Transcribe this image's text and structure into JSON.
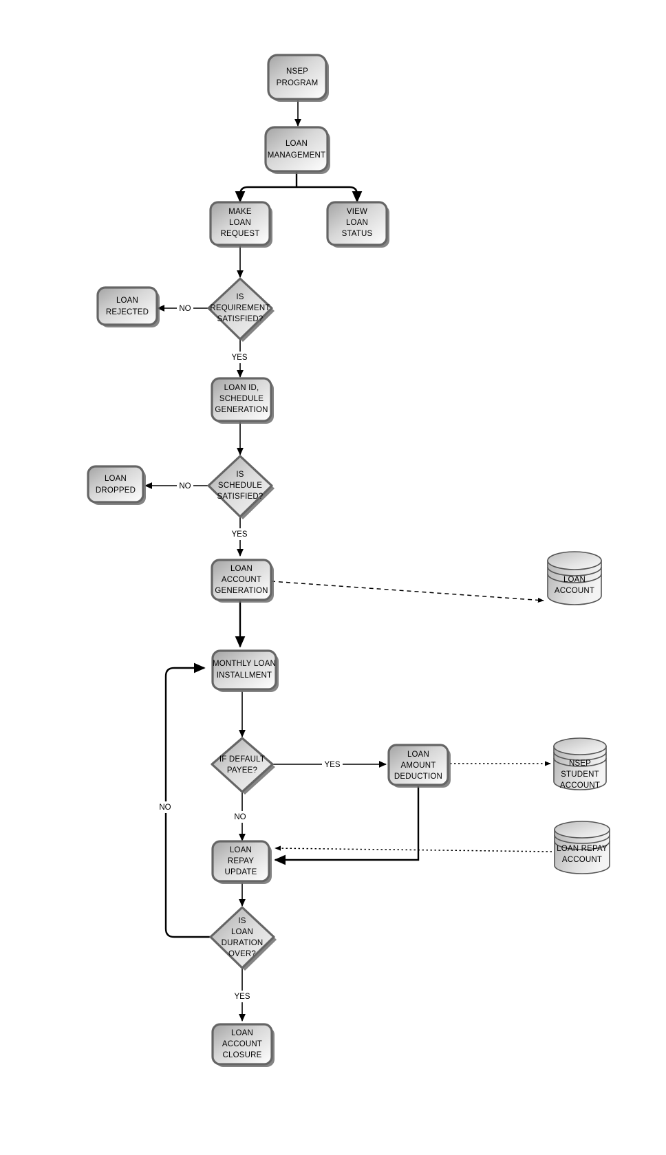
{
  "diagram": {
    "title": "NSEP Program Loan Management Flowchart",
    "type": "flowchart",
    "background": "#ffffff",
    "palette": {
      "node_border": "#656565",
      "node_fill_light": "#ffffff",
      "node_fill_dark": "#9a9a9a",
      "db_border": "#555555",
      "edge": "#000000",
      "text": "#000000"
    }
  },
  "nodes": [
    {
      "id": "nsep-program",
      "shape": "process",
      "label": "NSEP\nPROGRAM",
      "lines": [
        "NSEP",
        "PROGRAM"
      ]
    },
    {
      "id": "loan-management",
      "shape": "process",
      "label": "LOAN\nMANAGEMENT",
      "lines": [
        "LOAN",
        "MANAGEMENT"
      ]
    },
    {
      "id": "make-loan-request",
      "shape": "process",
      "label": "MAKE\nLOAN\nREQUEST",
      "lines": [
        "MAKE",
        "LOAN",
        "REQUEST"
      ]
    },
    {
      "id": "view-loan-status",
      "shape": "process",
      "label": "VIEW\nLOAN\nSTATUS",
      "lines": [
        "VIEW",
        "LOAN",
        "STATUS"
      ]
    },
    {
      "id": "is-requirement-satisfied",
      "shape": "decision",
      "label": "IS\nREQUIREMENT\nSATISFIED?",
      "lines": [
        "IS",
        "REQUIREMENT",
        "SATISFIED?"
      ]
    },
    {
      "id": "loan-rejected",
      "shape": "process",
      "label": "LOAN\nREJECTED",
      "lines": [
        "LOAN",
        "REJECTED"
      ]
    },
    {
      "id": "loan-id-schedule-generation",
      "shape": "process",
      "label": "LOAN ID,\nSCHEDULE\nGENERATION",
      "lines": [
        "LOAN ID,",
        "SCHEDULE",
        "GENERATION"
      ]
    },
    {
      "id": "is-schedule-satisfied",
      "shape": "decision",
      "label": "IS\nSCHEDULE\nSATISFIED?",
      "lines": [
        "IS",
        "SCHEDULE",
        "SATISFIED?"
      ]
    },
    {
      "id": "loan-dropped",
      "shape": "process",
      "label": "LOAN\nDROPPED",
      "lines": [
        "LOAN",
        "DROPPED"
      ]
    },
    {
      "id": "loan-account-generation",
      "shape": "process",
      "label": "LOAN\nACCOUNT\nGENERATION",
      "lines": [
        "LOAN",
        "ACCOUNT",
        "GENERATION"
      ]
    },
    {
      "id": "loan-account-db",
      "shape": "database",
      "label": "LOAN\nACCOUNT",
      "lines": [
        "LOAN",
        "ACCOUNT"
      ]
    },
    {
      "id": "monthly-loan-installment",
      "shape": "process",
      "label": "MONTHLY LOAN\nINSTALLMENT",
      "lines": [
        "MONTHLY LOAN",
        "INSTALLMENT"
      ]
    },
    {
      "id": "if-default-payee",
      "shape": "decision",
      "label": "IF  DEFAULT\nPAYEE?",
      "lines": [
        "IF  DEFAULT",
        "PAYEE?"
      ]
    },
    {
      "id": "loan-amount-deduction",
      "shape": "process",
      "label": "LOAN\nAMOUNT\nDEDUCTION",
      "lines": [
        "LOAN",
        "AMOUNT",
        "DEDUCTION"
      ]
    },
    {
      "id": "nsep-student-account-db",
      "shape": "database",
      "label": "NSEP\nSTUDENT\nACCOUNT",
      "lines": [
        "NSEP",
        "STUDENT",
        "ACCOUNT"
      ]
    },
    {
      "id": "loan-repay-account-db",
      "shape": "database",
      "label": "LOAN REPAY\nACCOUNT",
      "lines": [
        "LOAN REPAY",
        "ACCOUNT"
      ]
    },
    {
      "id": "loan-repay-update",
      "shape": "process",
      "label": "LOAN\nREPAY\nUPDATE",
      "lines": [
        "LOAN",
        "REPAY",
        "UPDATE"
      ]
    },
    {
      "id": "is-loan-duration-over",
      "shape": "decision",
      "label": "IS\nLOAN\nDURATION\nOVER?",
      "lines": [
        "IS",
        "LOAN",
        "DURATION",
        "OVER?"
      ]
    },
    {
      "id": "loan-account-closure",
      "shape": "process",
      "label": "LOAN\nACCOUNT\nCLOSURE",
      "lines": [
        "LOAN",
        "ACCOUNT",
        "CLOSURE"
      ]
    }
  ],
  "edges": [
    {
      "id": "e1",
      "from": "nsep-program",
      "to": "loan-management",
      "label": "",
      "style": "solid"
    },
    {
      "id": "e2",
      "from": "loan-management",
      "to": "make-loan-request",
      "label": "",
      "style": "solid"
    },
    {
      "id": "e3",
      "from": "loan-management",
      "to": "view-loan-status",
      "label": "",
      "style": "solid"
    },
    {
      "id": "e4",
      "from": "make-loan-request",
      "to": "is-requirement-satisfied",
      "label": "",
      "style": "solid"
    },
    {
      "id": "e5",
      "from": "is-requirement-satisfied",
      "to": "loan-rejected",
      "label": "NO",
      "style": "solid"
    },
    {
      "id": "e6",
      "from": "is-requirement-satisfied",
      "to": "loan-id-schedule-generation",
      "label": "YES",
      "style": "solid"
    },
    {
      "id": "e7",
      "from": "loan-id-schedule-generation",
      "to": "is-schedule-satisfied",
      "label": "",
      "style": "solid"
    },
    {
      "id": "e8",
      "from": "is-schedule-satisfied",
      "to": "loan-dropped",
      "label": "NO",
      "style": "solid"
    },
    {
      "id": "e9",
      "from": "is-schedule-satisfied",
      "to": "loan-account-generation",
      "label": "YES",
      "style": "solid"
    },
    {
      "id": "e10",
      "from": "loan-account-generation",
      "to": "loan-account-db",
      "label": "",
      "style": "dashed"
    },
    {
      "id": "e11",
      "from": "loan-account-generation",
      "to": "monthly-loan-installment",
      "label": "",
      "style": "solid"
    },
    {
      "id": "e12",
      "from": "monthly-loan-installment",
      "to": "if-default-payee",
      "label": "",
      "style": "solid"
    },
    {
      "id": "e13",
      "from": "if-default-payee",
      "to": "loan-amount-deduction",
      "label": "YES",
      "style": "solid"
    },
    {
      "id": "e14",
      "from": "if-default-payee",
      "to": "loan-repay-update",
      "label": "NO",
      "style": "solid"
    },
    {
      "id": "e15",
      "from": "loan-amount-deduction",
      "to": "nsep-student-account-db",
      "label": "",
      "style": "dotted"
    },
    {
      "id": "e16",
      "from": "loan-amount-deduction",
      "to": "loan-repay-update",
      "label": "",
      "style": "solid"
    },
    {
      "id": "e17",
      "from": "loan-repay-update",
      "to": "loan-repay-account-db",
      "label": "",
      "style": "dotted"
    },
    {
      "id": "e18",
      "from": "loan-repay-update",
      "to": "is-loan-duration-over",
      "label": "",
      "style": "solid"
    },
    {
      "id": "e19",
      "from": "is-loan-duration-over",
      "to": "monthly-loan-installment",
      "label": "NO",
      "style": "solid"
    },
    {
      "id": "e20",
      "from": "is-loan-duration-over",
      "to": "loan-account-closure",
      "label": "YES",
      "style": "solid"
    }
  ],
  "edge_labels": {
    "no_requirement": "NO",
    "yes_requirement": "YES",
    "no_schedule": "NO",
    "yes_schedule": "YES",
    "yes_default": "YES",
    "no_default": "NO",
    "no_duration": "NO",
    "yes_duration": "YES"
  }
}
